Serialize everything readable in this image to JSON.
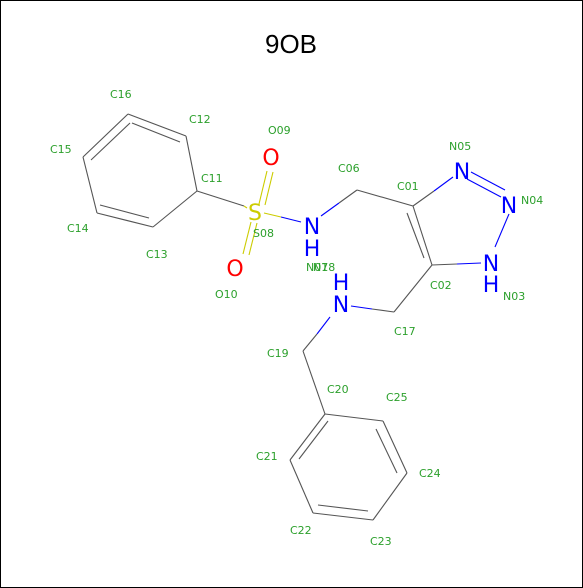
{
  "title": "9OB",
  "colors": {
    "bond": "#555555",
    "carbon_label": "#2ca02c",
    "nitrogen": "#0000ff",
    "oxygen": "#ff0000",
    "sulfur": "#cccc00",
    "title": "#000000"
  },
  "atoms": {
    "N05": "N",
    "N04": "N",
    "N03": "H",
    "N03b": "N",
    "N07": "N",
    "N07h": "H",
    "N18": "N",
    "N18h": "H",
    "O09": "O",
    "O10": "O",
    "S08": "S"
  },
  "labels": {
    "C16": "C16",
    "C12": "C12",
    "O09": "O09",
    "N05": "N05",
    "C15": "C15",
    "C06": "C06",
    "C11": "C11",
    "C01": "C01",
    "N04": "N04",
    "S08": "S08",
    "C14": "C14",
    "C13": "C13",
    "N07": "N07",
    "N18": "N18",
    "C02": "C02",
    "N03": "N03",
    "O10": "O10",
    "C17": "C17",
    "C19": "C19",
    "C20": "C20",
    "C25": "C25",
    "C21": "C21",
    "C24": "C24",
    "C22": "C22",
    "C23": "C23"
  }
}
